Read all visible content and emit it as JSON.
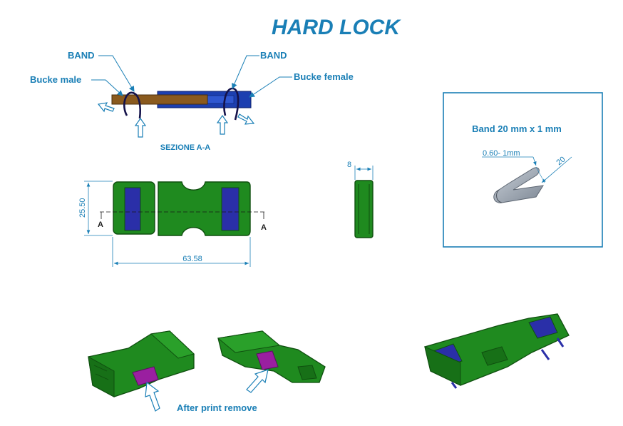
{
  "title": "HARD LOCK",
  "colors": {
    "accent": "#1a7fb6",
    "green": "#1f8a1f",
    "green_dark": "#0f4f0f",
    "blue_insert": "#2a2fa8",
    "brown": "#8a5a1e",
    "magenta": "#9a1fa0",
    "steel": "#9aa4b0"
  },
  "section": {
    "band_left_label": "BAND",
    "band_right_label": "BAND",
    "male_label": "Bucke male",
    "female_label": "Bucke female",
    "section_label": "SEZIONE A-A"
  },
  "dimensions": {
    "height_label": "25.50",
    "width_label": "63.58",
    "thickness_label": "8",
    "section_mark_left": "A",
    "section_mark_right": "A"
  },
  "band_box": {
    "title": "Band 20 mm x 1 mm",
    "thickness_label": "0.60- 1mm",
    "width_label": "20"
  },
  "bottom": {
    "remove_label": "After print remove"
  },
  "icons": {
    "arrow": "hollow-arrow-icon"
  }
}
